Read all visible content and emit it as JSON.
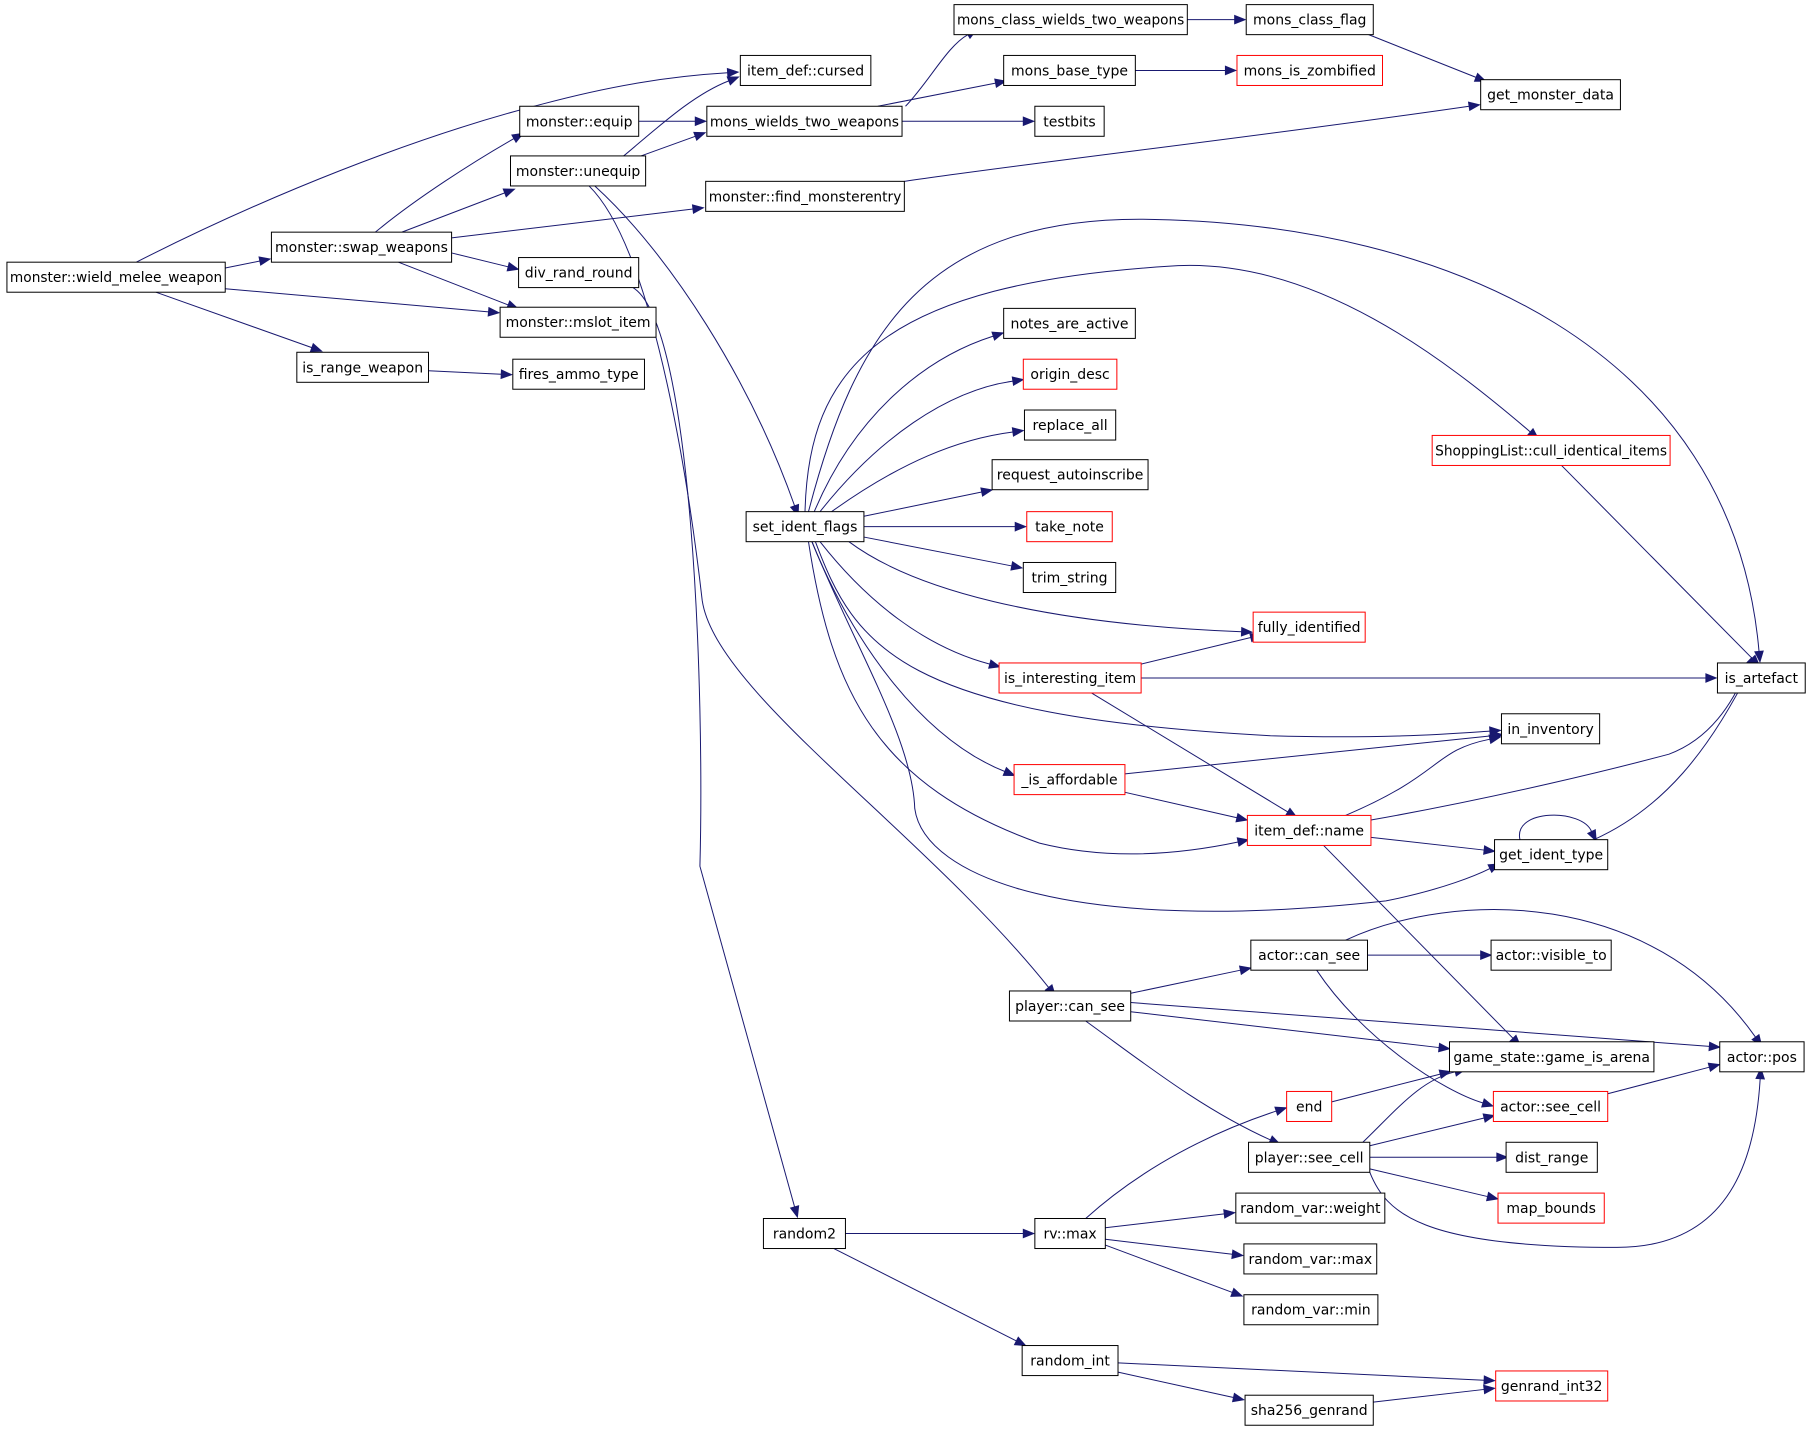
{
  "colors": {
    "edge": "#191970",
    "node_border_default": "#000000",
    "node_border_truncated": "#ff0000",
    "root_fill": "#bfbfbf",
    "node_fill": "#ffffff",
    "text": "#000000"
  },
  "nodes": [
    {
      "id": "wield_melee",
      "label": "monster::wield_melee_weapon",
      "style": "root"
    },
    {
      "id": "swap_weapons",
      "label": "monster::swap_weapons",
      "style": "normal"
    },
    {
      "id": "is_range_weapon",
      "label": "is_range_weapon",
      "style": "normal"
    },
    {
      "id": "fires_ammo_type",
      "label": "fires_ammo_type",
      "style": "normal"
    },
    {
      "id": "cursed",
      "label": "item_def::cursed",
      "style": "normal"
    },
    {
      "id": "equip",
      "label": "monster::equip",
      "style": "normal"
    },
    {
      "id": "unequip",
      "label": "monster::unequip",
      "style": "normal"
    },
    {
      "id": "div_rand_round",
      "label": "div_rand_round",
      "style": "normal"
    },
    {
      "id": "mslot_item",
      "label": "monster::mslot_item",
      "style": "normal"
    },
    {
      "id": "mons_wields_two",
      "label": "mons_wields_two_weapons",
      "style": "normal"
    },
    {
      "id": "find_monsterentry",
      "label": "monster::find_monsterentry",
      "style": "normal"
    },
    {
      "id": "mons_class_wields",
      "label": "mons_class_wields_two_weapons",
      "style": "normal"
    },
    {
      "id": "mons_base_type",
      "label": "mons_base_type",
      "style": "normal"
    },
    {
      "id": "testbits",
      "label": "testbits",
      "style": "normal"
    },
    {
      "id": "mons_class_flag",
      "label": "mons_class_flag",
      "style": "normal"
    },
    {
      "id": "mons_is_zombified",
      "label": "mons_is_zombified",
      "style": "truncated"
    },
    {
      "id": "get_monster_data",
      "label": "get_monster_data",
      "style": "normal"
    },
    {
      "id": "set_ident_flags",
      "label": "set_ident_flags",
      "style": "normal"
    },
    {
      "id": "notes_are_active",
      "label": "notes_are_active",
      "style": "normal"
    },
    {
      "id": "origin_desc",
      "label": "origin_desc",
      "style": "truncated"
    },
    {
      "id": "replace_all",
      "label": "replace_all",
      "style": "normal"
    },
    {
      "id": "request_autoinscribe",
      "label": "request_autoinscribe",
      "style": "normal"
    },
    {
      "id": "take_note",
      "label": "take_note",
      "style": "truncated"
    },
    {
      "id": "trim_string",
      "label": "trim_string",
      "style": "normal"
    },
    {
      "id": "fully_identified",
      "label": "fully_identified",
      "style": "truncated"
    },
    {
      "id": "is_interesting_item",
      "label": "is_interesting_item",
      "style": "truncated"
    },
    {
      "id": "is_affordable",
      "label": "_is_affordable",
      "style": "truncated"
    },
    {
      "id": "item_name",
      "label": "item_def::name",
      "style": "truncated"
    },
    {
      "id": "cull_identical",
      "label": "ShoppingList::cull_identical_items",
      "style": "truncated"
    },
    {
      "id": "is_artefact",
      "label": "is_artefact",
      "style": "normal"
    },
    {
      "id": "in_inventory",
      "label": "in_inventory",
      "style": "normal"
    },
    {
      "id": "get_ident_type",
      "label": "get_ident_type",
      "style": "normal"
    },
    {
      "id": "player_can_see",
      "label": "player::can_see",
      "style": "normal"
    },
    {
      "id": "actor_can_see",
      "label": "actor::can_see",
      "style": "normal"
    },
    {
      "id": "actor_visible_to",
      "label": "actor::visible_to",
      "style": "normal"
    },
    {
      "id": "game_is_arena",
      "label": "game_state::game_is_arena",
      "style": "normal"
    },
    {
      "id": "actor_pos",
      "label": "actor::pos",
      "style": "normal"
    },
    {
      "id": "end",
      "label": "end",
      "style": "truncated"
    },
    {
      "id": "actor_see_cell",
      "label": "actor::see_cell",
      "style": "truncated"
    },
    {
      "id": "player_see_cell",
      "label": "player::see_cell",
      "style": "normal"
    },
    {
      "id": "dist_range",
      "label": "dist_range",
      "style": "normal"
    },
    {
      "id": "map_bounds",
      "label": "map_bounds",
      "style": "truncated"
    },
    {
      "id": "random2",
      "label": "random2",
      "style": "normal"
    },
    {
      "id": "rv_max",
      "label": "rv::max",
      "style": "normal"
    },
    {
      "id": "rv_weight",
      "label": "random_var::weight",
      "style": "normal"
    },
    {
      "id": "rv_max2",
      "label": "random_var::max",
      "style": "normal"
    },
    {
      "id": "rv_min",
      "label": "random_var::min",
      "style": "normal"
    },
    {
      "id": "random_int",
      "label": "random_int",
      "style": "normal"
    },
    {
      "id": "sha256_genrand",
      "label": "sha256_genrand",
      "style": "normal"
    },
    {
      "id": "genrand_int32",
      "label": "genrand_int32",
      "style": "truncated"
    }
  ],
  "edges": [
    {
      "from": "wield_melee",
      "to": "cursed"
    },
    {
      "from": "wield_melee",
      "to": "swap_weapons"
    },
    {
      "from": "wield_melee",
      "to": "mslot_item"
    },
    {
      "from": "wield_melee",
      "to": "is_range_weapon"
    },
    {
      "from": "swap_weapons",
      "to": "equip"
    },
    {
      "from": "swap_weapons",
      "to": "unequip"
    },
    {
      "from": "swap_weapons",
      "to": "find_monsterentry"
    },
    {
      "from": "swap_weapons",
      "to": "div_rand_round"
    },
    {
      "from": "swap_weapons",
      "to": "mslot_item"
    },
    {
      "from": "is_range_weapon",
      "to": "fires_ammo_type"
    },
    {
      "from": "equip",
      "to": "mons_wields_two"
    },
    {
      "from": "unequip",
      "to": "cursed"
    },
    {
      "from": "unequip",
      "to": "mons_wields_two"
    },
    {
      "from": "unequip",
      "to": "set_ident_flags"
    },
    {
      "from": "unequip",
      "to": "player_can_see"
    },
    {
      "from": "div_rand_round",
      "to": "random2"
    },
    {
      "from": "mons_wields_two",
      "to": "mons_class_wields"
    },
    {
      "from": "mons_wields_two",
      "to": "mons_base_type"
    },
    {
      "from": "mons_wields_two",
      "to": "testbits"
    },
    {
      "from": "mons_class_wields",
      "to": "mons_class_flag"
    },
    {
      "from": "mons_base_type",
      "to": "mons_is_zombified"
    },
    {
      "from": "mons_class_flag",
      "to": "get_monster_data"
    },
    {
      "from": "find_monsterentry",
      "to": "get_monster_data"
    },
    {
      "from": "set_ident_flags",
      "to": "notes_are_active"
    },
    {
      "from": "set_ident_flags",
      "to": "origin_desc"
    },
    {
      "from": "set_ident_flags",
      "to": "replace_all"
    },
    {
      "from": "set_ident_flags",
      "to": "request_autoinscribe"
    },
    {
      "from": "set_ident_flags",
      "to": "take_note"
    },
    {
      "from": "set_ident_flags",
      "to": "trim_string"
    },
    {
      "from": "set_ident_flags",
      "to": "fully_identified"
    },
    {
      "from": "set_ident_flags",
      "to": "is_interesting_item"
    },
    {
      "from": "set_ident_flags",
      "to": "in_inventory"
    },
    {
      "from": "set_ident_flags",
      "to": "is_affordable"
    },
    {
      "from": "set_ident_flags",
      "to": "item_name"
    },
    {
      "from": "set_ident_flags",
      "to": "get_ident_type"
    },
    {
      "from": "set_ident_flags",
      "to": "is_artefact"
    },
    {
      "from": "set_ident_flags",
      "to": "cull_identical"
    },
    {
      "from": "is_interesting_item",
      "to": "fully_identified"
    },
    {
      "from": "is_interesting_item",
      "to": "is_artefact"
    },
    {
      "from": "is_interesting_item",
      "to": "item_name"
    },
    {
      "from": "is_affordable",
      "to": "in_inventory"
    },
    {
      "from": "is_affordable",
      "to": "item_name"
    },
    {
      "from": "cull_identical",
      "to": "is_artefact"
    },
    {
      "from": "item_name",
      "to": "in_inventory"
    },
    {
      "from": "item_name",
      "to": "is_artefact"
    },
    {
      "from": "item_name",
      "to": "get_ident_type"
    },
    {
      "from": "item_name",
      "to": "game_is_arena"
    },
    {
      "from": "get_ident_type",
      "to": "get_ident_type"
    },
    {
      "from": "get_ident_type",
      "to": "is_artefact"
    },
    {
      "from": "player_can_see",
      "to": "actor_can_see"
    },
    {
      "from": "player_can_see",
      "to": "actor_pos"
    },
    {
      "from": "player_can_see",
      "to": "game_is_arena"
    },
    {
      "from": "player_can_see",
      "to": "player_see_cell"
    },
    {
      "from": "actor_can_see",
      "to": "actor_visible_to"
    },
    {
      "from": "actor_can_see",
      "to": "actor_pos"
    },
    {
      "from": "actor_can_see",
      "to": "actor_see_cell"
    },
    {
      "from": "end",
      "to": "game_is_arena"
    },
    {
      "from": "actor_see_cell",
      "to": "actor_pos"
    },
    {
      "from": "player_see_cell",
      "to": "game_is_arena"
    },
    {
      "from": "player_see_cell",
      "to": "actor_see_cell"
    },
    {
      "from": "player_see_cell",
      "to": "dist_range"
    },
    {
      "from": "player_see_cell",
      "to": "map_bounds"
    },
    {
      "from": "player_see_cell",
      "to": "actor_pos"
    },
    {
      "from": "random2",
      "to": "rv_max"
    },
    {
      "from": "random2",
      "to": "random_int"
    },
    {
      "from": "rv_max",
      "to": "end"
    },
    {
      "from": "rv_max",
      "to": "rv_weight"
    },
    {
      "from": "rv_max",
      "to": "rv_max2"
    },
    {
      "from": "rv_max",
      "to": "rv_min"
    },
    {
      "from": "random_int",
      "to": "genrand_int32"
    },
    {
      "from": "random_int",
      "to": "sha256_genrand"
    },
    {
      "from": "sha256_genrand",
      "to": "genrand_int32"
    }
  ]
}
